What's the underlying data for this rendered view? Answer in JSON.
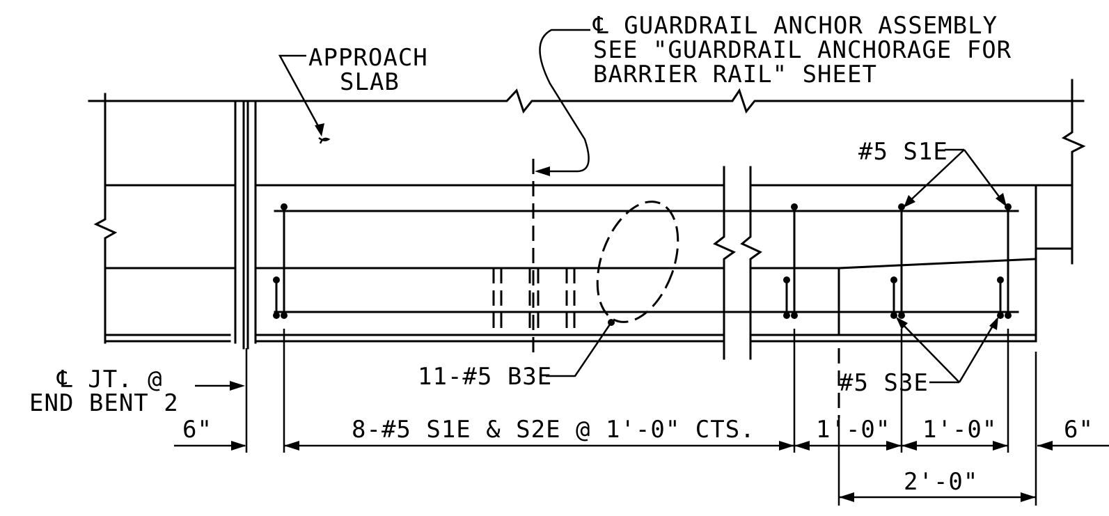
{
  "labels": {
    "approach_line1": "APPROACH",
    "approach_line2": "SLAB",
    "guardrail_line1": "℄ GUARDRAIL ANCHOR ASSEMBLY",
    "guardrail_line2": "SEE \"GUARDRAIL ANCHORAGE FOR",
    "guardrail_line3": "BARRIER RAIL\" SHEET",
    "s1e_callout": "#5 S1E",
    "s3e_callout": "#5 S3E",
    "b3e_callout": "11-#5 B3E",
    "joint_line1": "℄ JT. @",
    "joint_line2": "END BENT 2"
  },
  "dimensions": {
    "left_six": "6\"",
    "main_span": "8-#5 S1E & S2E @ 1'-0\" CTS.",
    "one_ft_a": "1'-0\"",
    "one_ft_b": "1'-0\"",
    "right_six": "6\"",
    "two_ft": "2'-0\""
  }
}
